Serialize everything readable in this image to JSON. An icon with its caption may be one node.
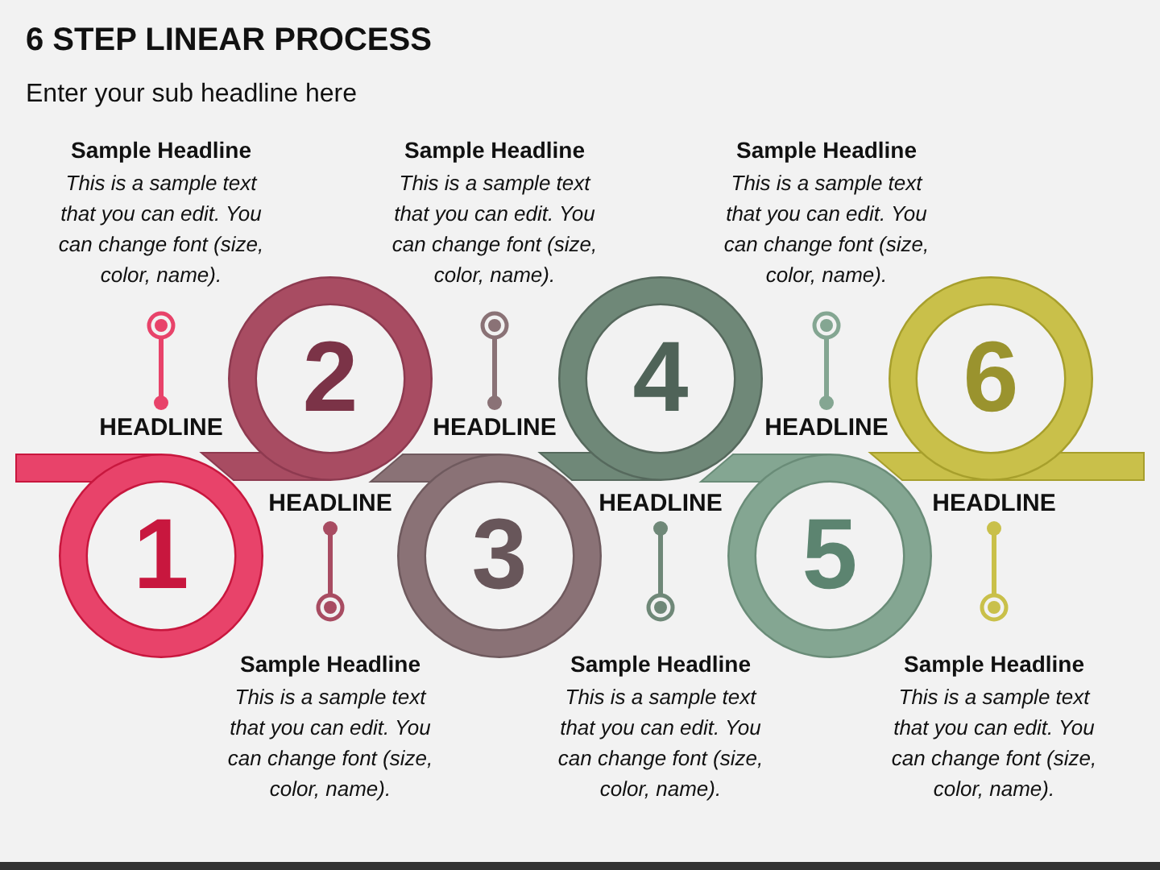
{
  "diagram": {
    "title": "6 STEP LINEAR PROCESS",
    "nodes": [
      {
        "text": [
          "1"
        ]
      },
      {
        "text": [
          "2"
        ]
      },
      {
        "text": [
          "3"
        ]
      },
      {
        "text": [
          "4"
        ]
      },
      {
        "text": [
          "5"
        ]
      },
      {
        "text": [
          "6"
        ]
      }
    ],
    "labels": [
      "Enter your sub headline here",
      "Sample Headline",
      "This is a sample text that you can edit. You can change font (size, color, name).",
      "Sample Headline",
      "This is a sample text that you can edit. You can change font (size, color, name).",
      "Sample Headline",
      "This is a sample text that you can edit. You can change font (size, color, name).",
      "HEADLINE",
      "HEADLINE",
      "HEADLINE",
      "HEADLINE",
      "HEADLINE",
      "HEADLINE",
      "Sample Headline",
      "This is a sample text that you can edit. You can change font (size, color, name).",
      "Sample Headline",
      "This is a sample text that you can edit. You can change font (size, color, name).",
      "Sample Headline",
      "This is a sample text that you can edit. You can change font (size, color, name)."
    ]
  }
}
